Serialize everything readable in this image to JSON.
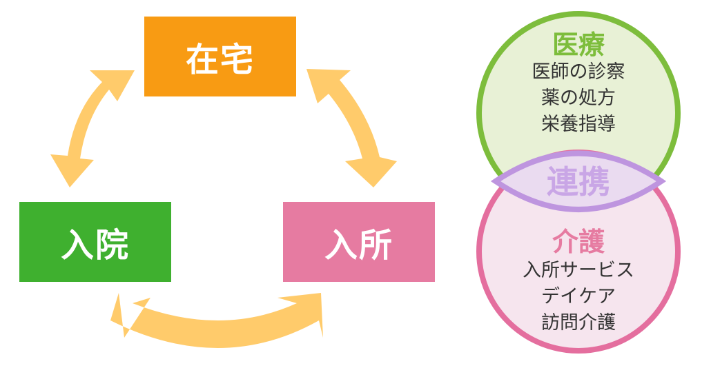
{
  "colors": {
    "arrow": "#FFCB6B",
    "home": "#F89B13",
    "hospital": "#3FB02F",
    "facility": "#E67BA1",
    "medical_fill": "#E8F1D6",
    "medical_stroke": "#7DBD3C",
    "medical_title": "#7DBD3C",
    "care_fill": "#F6E5EE",
    "care_stroke": "#E46E9E",
    "care_title": "#E67BA1",
    "link_fill": "#EADBF0",
    "link_stroke": "#BE95DF",
    "link_text": "#C9A6E6"
  },
  "cycle": {
    "home": "在宅",
    "hospital": "入院",
    "facility": "入所"
  },
  "venn": {
    "medical": {
      "title": "医療",
      "items": [
        "医師の診察",
        "薬の処方",
        "栄養指導"
      ]
    },
    "link": "連携",
    "care": {
      "title": "介護",
      "items": [
        "入所サービス",
        "デイケア",
        "訪問介護"
      ]
    }
  }
}
